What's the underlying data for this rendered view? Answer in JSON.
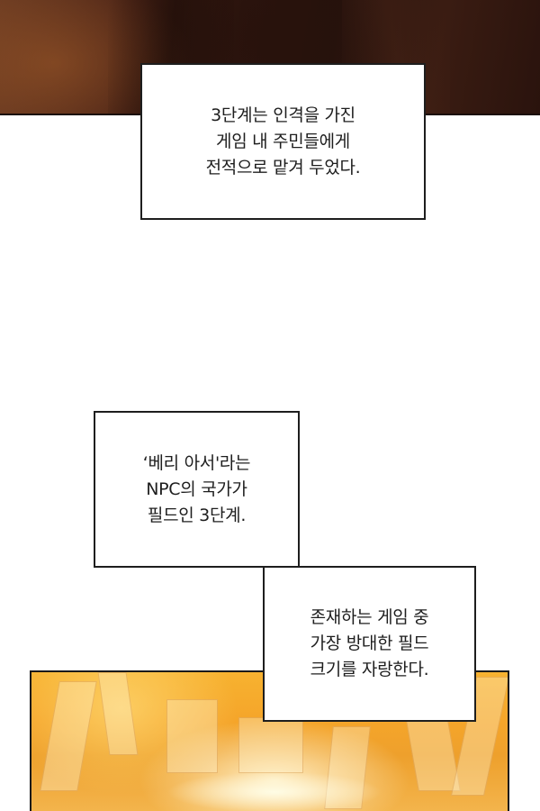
{
  "captions": [
    {
      "lines": [
        "3단계는 인격을 가진",
        "게임 내 주민들에게",
        "전적으로 맡겨 두었다."
      ]
    },
    {
      "lines": [
        "‘베리 아서'라는",
        "NPC의 국가가",
        "필드인 3단계."
      ]
    },
    {
      "lines": [
        "존재하는 게임 중",
        "가장 방대한 필드",
        "크기를 자랑한다."
      ]
    }
  ],
  "colors": {
    "top_panel": "#2c140e",
    "bottom_panel": "#f5a52a",
    "caption_border": "#1e1e1e",
    "background": "#ffffff"
  }
}
